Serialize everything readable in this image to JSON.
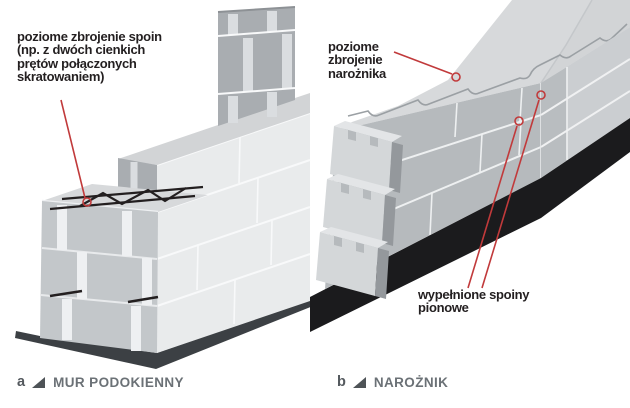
{
  "colors": {
    "ink": "#231f20",
    "accent_red": "#c13a3b",
    "caption_gray": "#6b7176",
    "caption_id_gray": "#54595e",
    "triangle_gray": "#4e5357",
    "base_dark": "#3c4044",
    "base_black": "#1b1b1d",
    "face_bright": "#e9ebec",
    "face_medium": "#c3c7ca",
    "face_top": "#d7d9db",
    "face_top2": "#d2d4d6",
    "face_shadow": "#a9adb1",
    "strip_light": "#eef0f2",
    "strip_shadow": "#dadde0",
    "joint_white": "#f8f9fa",
    "face_left2": "#b6babd",
    "face_right2": "#cbced1",
    "face_corner_band": "#b9bdc0",
    "endblock_face": "#d4d7d9",
    "endblock_shadow": "#94989c",
    "rebar_gray": "#9ba0a4"
  },
  "icons": {
    "figure_marker": "lower-right-triangle-icon"
  },
  "figures": {
    "left": {
      "letter": "a",
      "caption": "MUR PODOKIENNY",
      "annotation": "poziome zbrojenie spoin\n(np. z dwóch cienkich\nprętów połączonych\nskratowaniem)"
    },
    "right": {
      "letter": "b",
      "caption": "NAROŻNIK",
      "annotation_top": "poziome\nzbrojenie\nnarożnika",
      "annotation_bottom": "wypełnione spoiny\npionowe"
    }
  }
}
